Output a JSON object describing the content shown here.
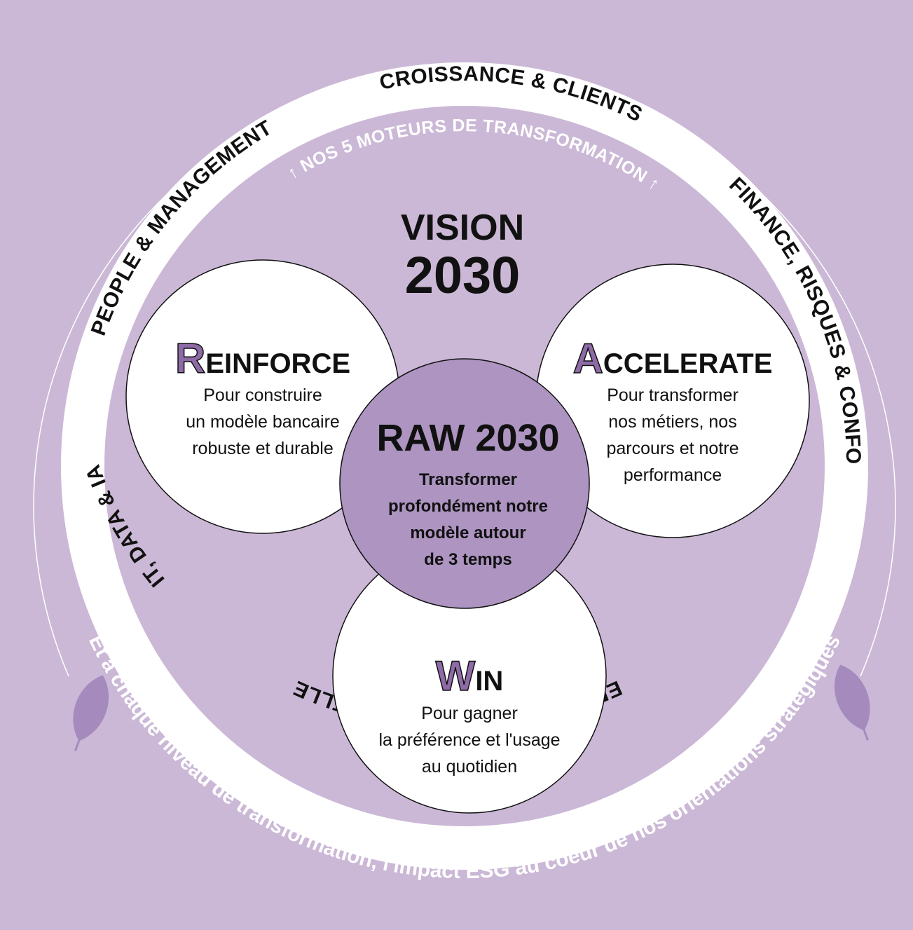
{
  "colors": {
    "background": "#cbb8d6",
    "ring": "#ffffff",
    "accent": "#8e6aa6",
    "center_circle": "#ad94c1",
    "leaf": "#a58bbd"
  },
  "ring_labels": {
    "croissance": "CROISSANCE & CLIENTS",
    "finance": "FINANCE, RISQUES & CONFORMITÉ",
    "efficacite": "EFFICACITÉ OPÉRATIONNELLE",
    "it_data": "IT, DATA & IA",
    "people": "PEOPLE & MANAGEMENT"
  },
  "moteurs_label": "↑ NOS 5 MOTEURS DE TRANSFORMATION ↑",
  "esg_statement": "Et à chaque niveau de transformation, l'impact ESG au coeur de nos orientations stratégiques",
  "vision": {
    "line1": "VISION",
    "line2": "2030"
  },
  "pillars": {
    "reinforce": {
      "initial": "R",
      "rest": "EINFORCE",
      "desc": [
        "Pour construire",
        "un modèle bancaire",
        "robuste et durable"
      ]
    },
    "accelerate": {
      "initial": "A",
      "rest": "CCELERATE",
      "desc": [
        "Pour transformer",
        "nos métiers, nos",
        "parcours et notre",
        "performance"
      ]
    },
    "win": {
      "initial": "W",
      "rest": "IN",
      "desc": [
        "Pour gagner",
        "la préférence et l'usage",
        "au quotidien"
      ]
    }
  },
  "center": {
    "title": "RAW 2030",
    "desc": [
      "Transformer",
      "profondément notre",
      "modèle autour",
      "de 3 temps"
    ]
  },
  "icons": [
    "leaf-icon",
    "leaf-icon"
  ]
}
